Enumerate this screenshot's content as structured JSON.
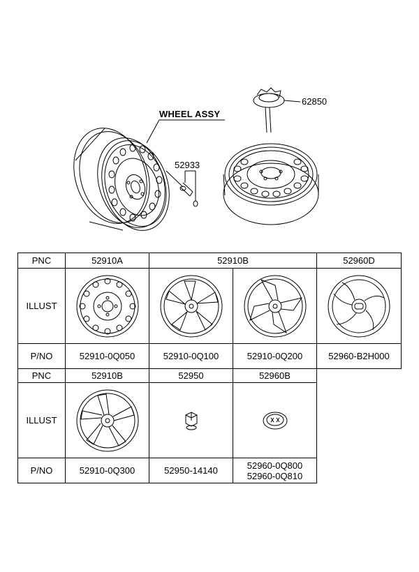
{
  "callouts": {
    "wheel_assy": "WHEEL ASSY",
    "hub_cap_part": "62850",
    "valve_part": "52933"
  },
  "table": {
    "row_labels": {
      "pnc": "PNC",
      "illust": "ILLUST",
      "pno": "P/NO"
    },
    "row1": {
      "pnc": [
        "52910A",
        "52910B",
        "52960D"
      ],
      "pno": [
        "52910-0Q050",
        "52910-0Q100",
        "52910-0Q200",
        "52960-B2H000"
      ]
    },
    "row2": {
      "pnc": [
        "52910B",
        "52950",
        "52960B"
      ],
      "pno": [
        "52910-0Q300",
        "52950-14140",
        "52960-0Q800",
        "52960-0Q810"
      ]
    }
  },
  "icons": {
    "steel_wheel": "steel-wheel-icon",
    "alloy_wheel": "alloy-wheel-icon",
    "lug_nut": "lug-nut-icon",
    "center_cap": "center-cap-icon"
  }
}
